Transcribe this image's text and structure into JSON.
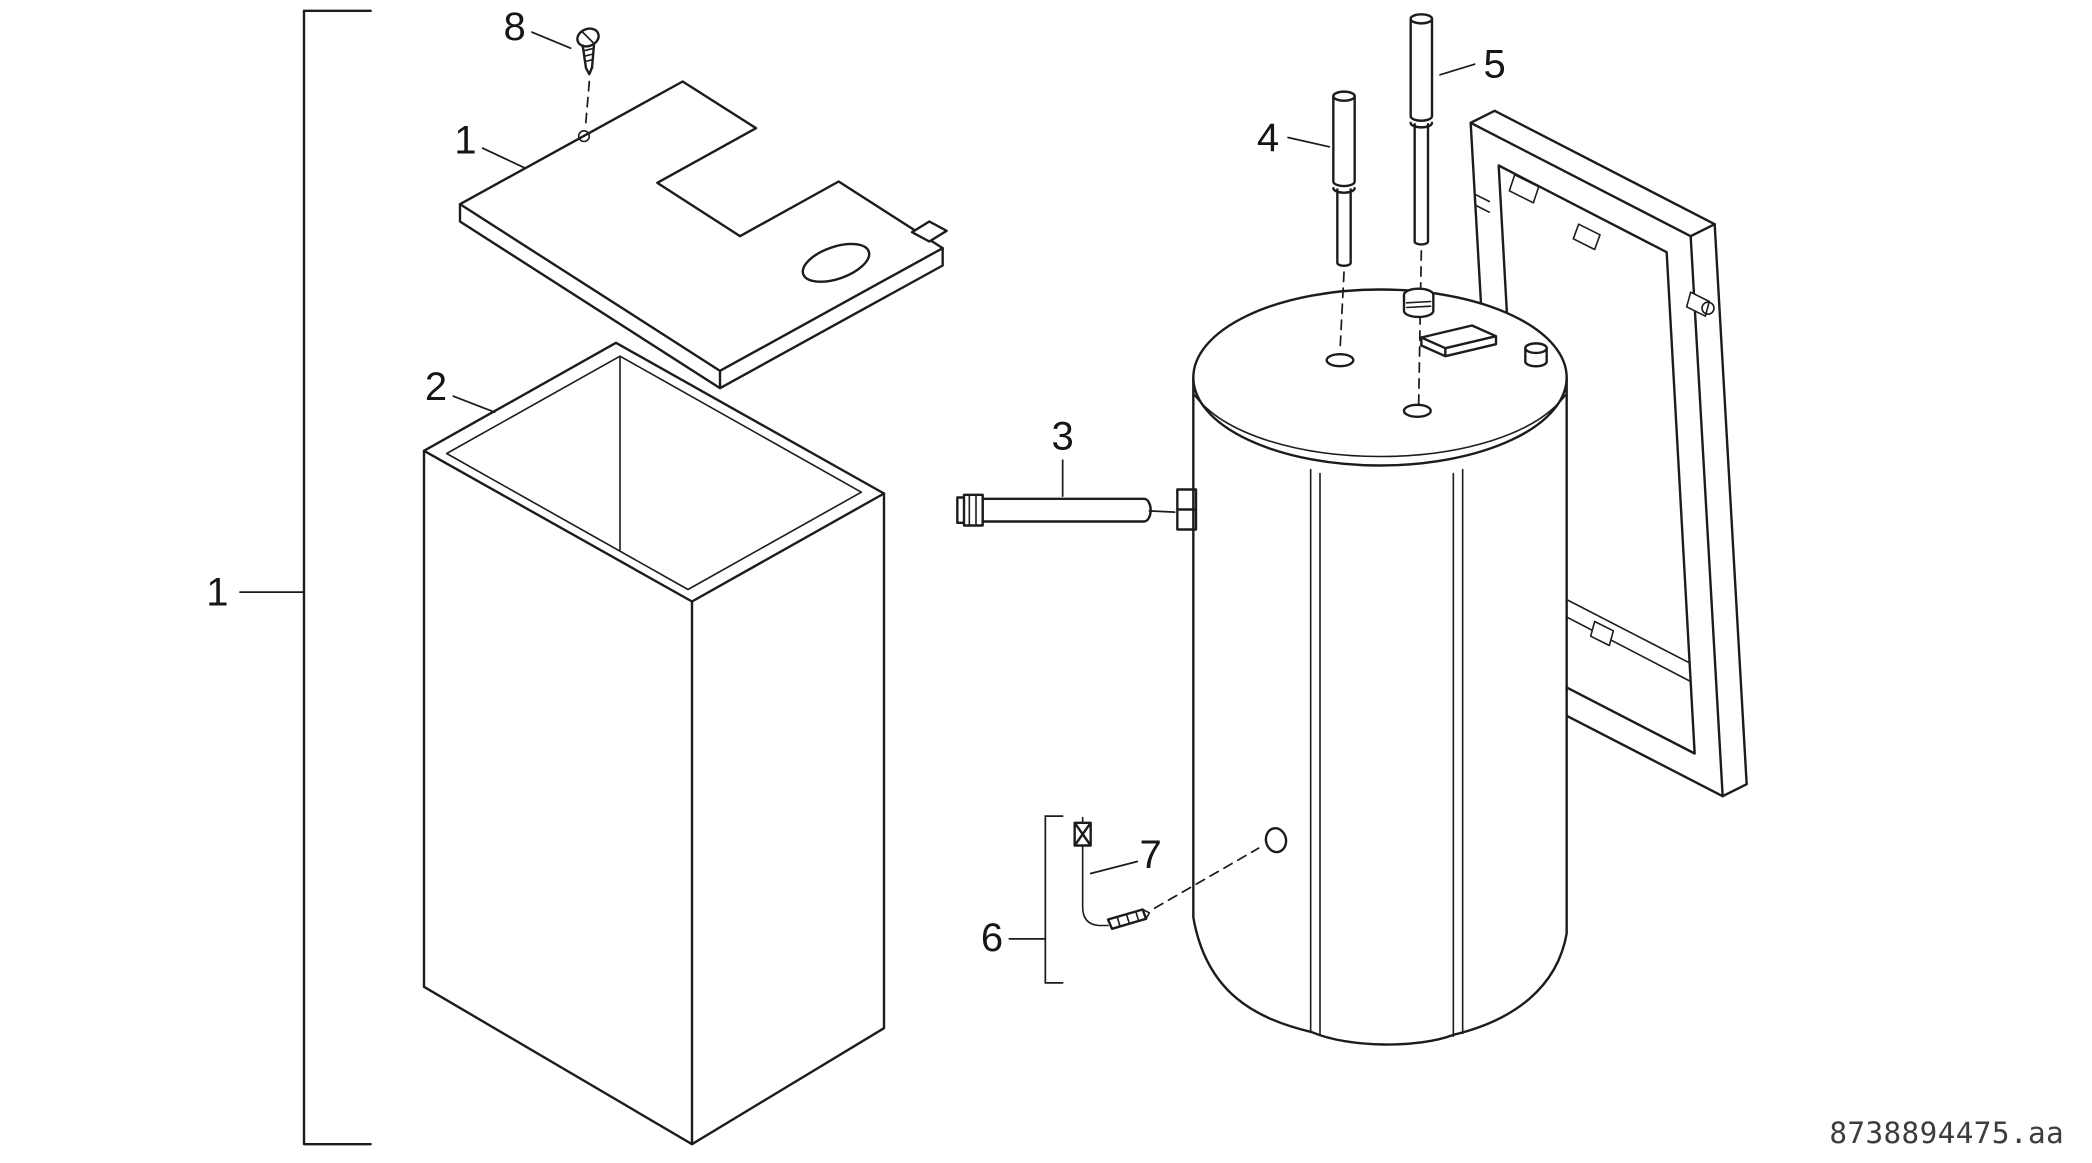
{
  "meta": {
    "background": "#ffffff",
    "line_color": "#1c1c1c",
    "label_color": "#161616"
  },
  "diagram": {
    "type": "exploded-parts-diagram",
    "subject": "wall-mounted storage tank / water heater assembly exploded view",
    "callouts": {
      "assembly_group": "1",
      "top_cover": "1",
      "casing_jacket": "2",
      "connection_pipe": "3",
      "tube_4": "4",
      "tube_5": "5",
      "sensor_group": "6",
      "sensor": "7",
      "screw": "8"
    },
    "document_number": "8738894475.aa"
  }
}
